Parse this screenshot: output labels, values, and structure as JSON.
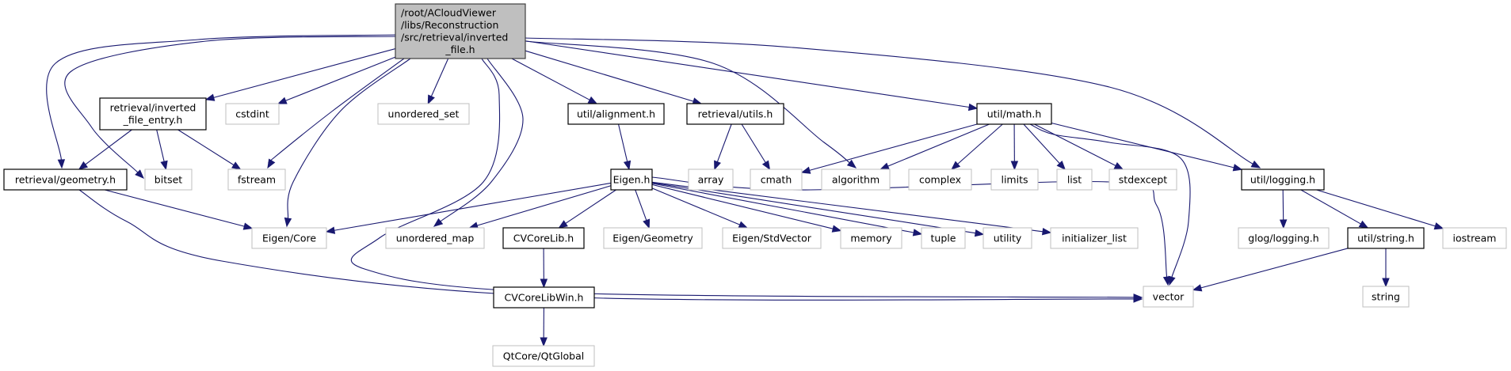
{
  "title": "Include dependency graph for inverted_file.h",
  "colors": {
    "edge": "#191970",
    "root_fill": "#bfbfbf",
    "local_border": "#000000",
    "system_border": "#bfbfbf"
  },
  "nodes": [
    {
      "id": "root",
      "kind": "root",
      "lines": [
        "/root/ACloudViewer",
        "/libs/Reconstruction",
        "/src/retrieval/inverted",
        "_file.h"
      ]
    },
    {
      "id": "inverted_file_entry",
      "kind": "local",
      "lines": [
        "retrieval/inverted",
        "_file_entry.h"
      ]
    },
    {
      "id": "cstdint",
      "kind": "system",
      "lines": [
        "cstdint"
      ]
    },
    {
      "id": "unordered_set",
      "kind": "system",
      "lines": [
        "unordered_set"
      ]
    },
    {
      "id": "alignment",
      "kind": "local",
      "lines": [
        "util/alignment.h"
      ]
    },
    {
      "id": "utils",
      "kind": "local",
      "lines": [
        "retrieval/utils.h"
      ]
    },
    {
      "id": "math",
      "kind": "local",
      "lines": [
        "util/math.h"
      ]
    },
    {
      "id": "geometry",
      "kind": "local",
      "lines": [
        "retrieval/geometry.h"
      ]
    },
    {
      "id": "bitset",
      "kind": "system",
      "lines": [
        "bitset"
      ]
    },
    {
      "id": "fstream",
      "kind": "system",
      "lines": [
        "fstream"
      ]
    },
    {
      "id": "eigen",
      "kind": "local",
      "lines": [
        "Eigen.h"
      ]
    },
    {
      "id": "array",
      "kind": "system",
      "lines": [
        "array"
      ]
    },
    {
      "id": "cmath",
      "kind": "system",
      "lines": [
        "cmath"
      ]
    },
    {
      "id": "algorithm",
      "kind": "system",
      "lines": [
        "algorithm"
      ]
    },
    {
      "id": "complex",
      "kind": "system",
      "lines": [
        "complex"
      ]
    },
    {
      "id": "limits",
      "kind": "system",
      "lines": [
        "limits"
      ]
    },
    {
      "id": "list",
      "kind": "system",
      "lines": [
        "list"
      ]
    },
    {
      "id": "stdexcept",
      "kind": "system",
      "lines": [
        "stdexcept"
      ]
    },
    {
      "id": "logging",
      "kind": "local",
      "lines": [
        "util/logging.h"
      ]
    },
    {
      "id": "eigen_core",
      "kind": "system",
      "lines": [
        "Eigen/Core"
      ]
    },
    {
      "id": "unordered_map",
      "kind": "system",
      "lines": [
        "unordered_map"
      ]
    },
    {
      "id": "cvcorelib",
      "kind": "local",
      "lines": [
        "CVCoreLib.h"
      ]
    },
    {
      "id": "eigen_geometry",
      "kind": "system",
      "lines": [
        "Eigen/Geometry"
      ]
    },
    {
      "id": "eigen_stdvector",
      "kind": "system",
      "lines": [
        "Eigen/StdVector"
      ]
    },
    {
      "id": "memory",
      "kind": "system",
      "lines": [
        "memory"
      ]
    },
    {
      "id": "tuple",
      "kind": "system",
      "lines": [
        "tuple"
      ]
    },
    {
      "id": "utility",
      "kind": "system",
      "lines": [
        "utility"
      ]
    },
    {
      "id": "initializer_list",
      "kind": "system",
      "lines": [
        "initializer_list"
      ]
    },
    {
      "id": "glog_logging",
      "kind": "system",
      "lines": [
        "glog/logging.h"
      ]
    },
    {
      "id": "util_string",
      "kind": "local",
      "lines": [
        "util/string.h"
      ]
    },
    {
      "id": "iostream",
      "kind": "system",
      "lines": [
        "iostream"
      ]
    },
    {
      "id": "cvcorelibwin",
      "kind": "local",
      "lines": [
        "CVCoreLibWin.h"
      ]
    },
    {
      "id": "vector",
      "kind": "system",
      "lines": [
        "vector"
      ]
    },
    {
      "id": "string",
      "kind": "system",
      "lines": [
        "string"
      ]
    },
    {
      "id": "qtglobal",
      "kind": "system",
      "lines": [
        "QtCore/QtGlobal"
      ]
    }
  ],
  "edges": [
    {
      "from": "root",
      "to": "inverted_file_entry"
    },
    {
      "from": "root",
      "to": "cstdint"
    },
    {
      "from": "root",
      "to": "unordered_set"
    },
    {
      "from": "root",
      "to": "alignment"
    },
    {
      "from": "root",
      "to": "utils"
    },
    {
      "from": "root",
      "to": "math"
    },
    {
      "from": "root",
      "to": "logging"
    },
    {
      "from": "root",
      "to": "geometry"
    },
    {
      "from": "root",
      "to": "bitset"
    },
    {
      "from": "root",
      "to": "fstream"
    },
    {
      "from": "root",
      "to": "eigen_core"
    },
    {
      "from": "root",
      "to": "unordered_map"
    },
    {
      "from": "root",
      "to": "vector"
    },
    {
      "from": "root",
      "to": "algorithm"
    },
    {
      "from": "inverted_file_entry",
      "to": "geometry"
    },
    {
      "from": "inverted_file_entry",
      "to": "bitset"
    },
    {
      "from": "inverted_file_entry",
      "to": "fstream"
    },
    {
      "from": "geometry",
      "to": "eigen_core"
    },
    {
      "from": "geometry",
      "to": "vector"
    },
    {
      "from": "alignment",
      "to": "eigen"
    },
    {
      "from": "utils",
      "to": "array"
    },
    {
      "from": "utils",
      "to": "cmath"
    },
    {
      "from": "math",
      "to": "cmath"
    },
    {
      "from": "math",
      "to": "algorithm"
    },
    {
      "from": "math",
      "to": "complex"
    },
    {
      "from": "math",
      "to": "limits"
    },
    {
      "from": "math",
      "to": "list"
    },
    {
      "from": "math",
      "to": "stdexcept"
    },
    {
      "from": "math",
      "to": "vector"
    },
    {
      "from": "math",
      "to": "logging"
    },
    {
      "from": "eigen",
      "to": "eigen_core"
    },
    {
      "from": "eigen",
      "to": "unordered_map"
    },
    {
      "from": "eigen",
      "to": "cvcorelib"
    },
    {
      "from": "eigen",
      "to": "eigen_geometry"
    },
    {
      "from": "eigen",
      "to": "eigen_stdvector"
    },
    {
      "from": "eigen",
      "to": "memory"
    },
    {
      "from": "eigen",
      "to": "tuple"
    },
    {
      "from": "eigen",
      "to": "utility"
    },
    {
      "from": "eigen",
      "to": "initializer_list"
    },
    {
      "from": "eigen",
      "to": "vector"
    },
    {
      "from": "cvcorelib",
      "to": "cvcorelibwin"
    },
    {
      "from": "cvcorelibwin",
      "to": "qtglobal"
    },
    {
      "from": "logging",
      "to": "glog_logging"
    },
    {
      "from": "logging",
      "to": "util_string"
    },
    {
      "from": "logging",
      "to": "iostream"
    },
    {
      "from": "util_string",
      "to": "vector"
    },
    {
      "from": "util_string",
      "to": "string"
    }
  ]
}
